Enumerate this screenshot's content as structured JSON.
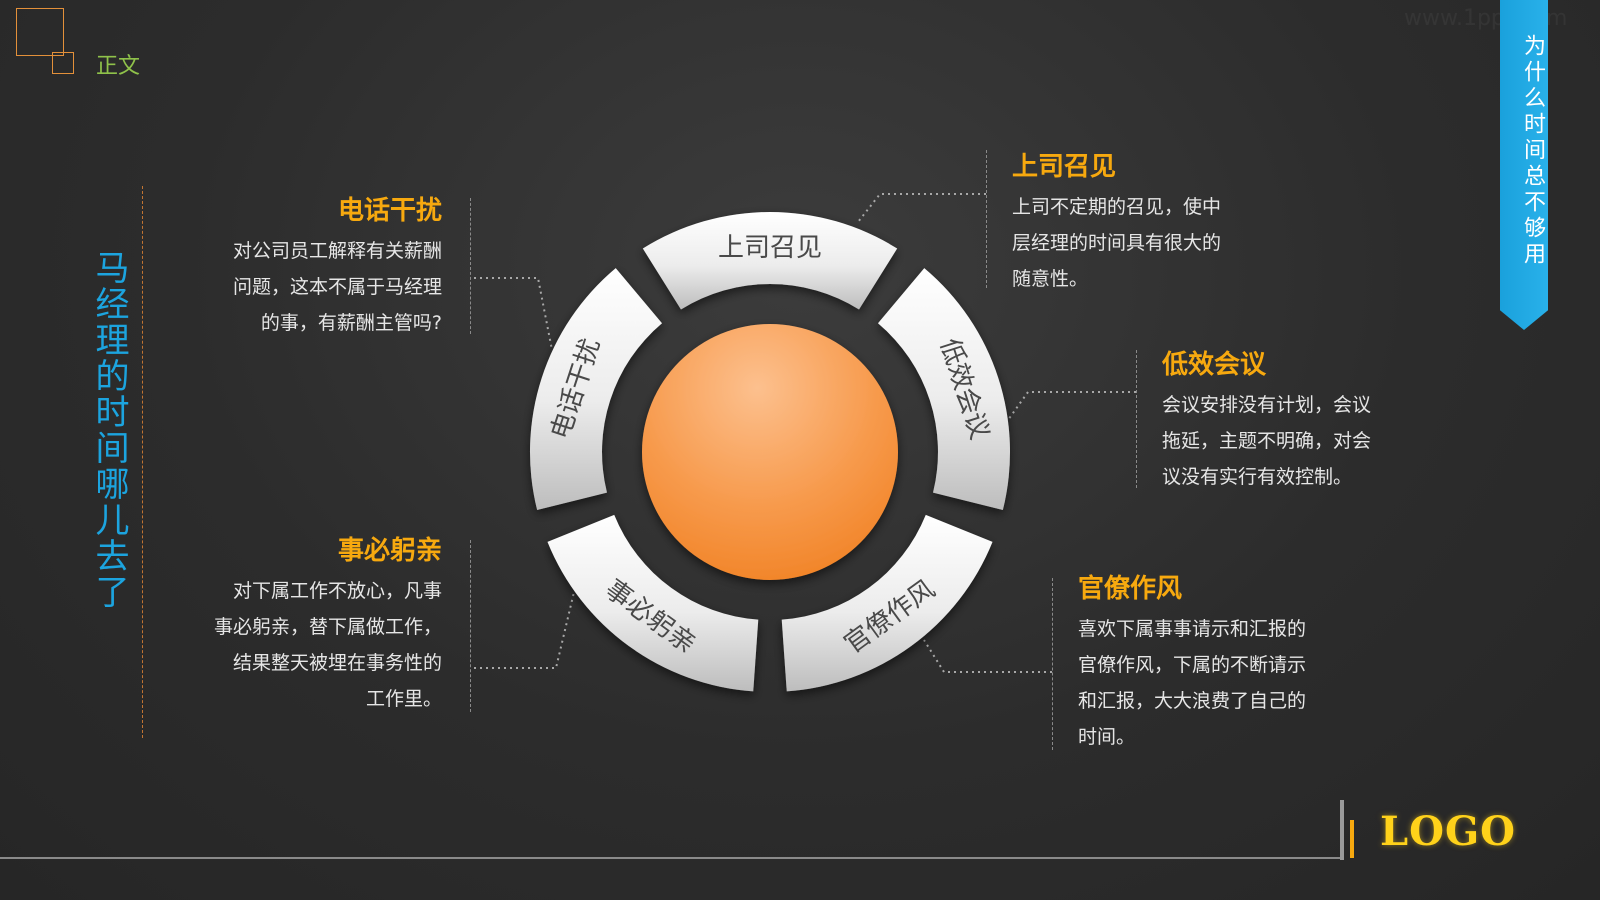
{
  "header": {
    "section_label": "正文"
  },
  "ribbon": {
    "text": "为什么时间总不够用"
  },
  "watermark": {
    "text": "www.1ppt.com"
  },
  "side_title": "马经理的时间哪儿去了",
  "center": {
    "color": "#f68b2a"
  },
  "segments": [
    {
      "label": "上司召见"
    },
    {
      "label": "低效会议"
    },
    {
      "label": "官僚作风"
    },
    {
      "label": "事必躬亲"
    },
    {
      "label": "电话干扰"
    }
  ],
  "blocks": {
    "phone": {
      "title": "电话干扰",
      "lines": [
        "对公司员工解释有关薪酬",
        "问题，这本不属于马经理",
        "的事，有薪酬主管吗?"
      ]
    },
    "personal": {
      "title": "事必躬亲",
      "lines": [
        "对下属工作不放心，凡事",
        "事必躬亲，替下属做工作，",
        "结果整天被埋在事务性的",
        "工作里。"
      ]
    },
    "boss": {
      "title": "上司召见",
      "lines": [
        "上司不定期的召见，使中",
        "层经理的时间具有很大的",
        "随意性。"
      ]
    },
    "meeting": {
      "title": "低效会议",
      "lines": [
        "会议安排没有计划，会议",
        "拖延，主题不明确，对会",
        "议没有实行有效控制。"
      ]
    },
    "bureau": {
      "title": "官僚作风",
      "lines": [
        "喜欢下属事事请示和汇报的",
        "官僚作风，下属的不断请示",
        "和汇报，大大浪费了自己的",
        "时间。"
      ]
    }
  },
  "footer": {
    "logo": "LOGO"
  },
  "colors": {
    "accent_orange": "#f7a90f",
    "title_blue": "#1ca4df",
    "section_green": "#8fc24a"
  }
}
